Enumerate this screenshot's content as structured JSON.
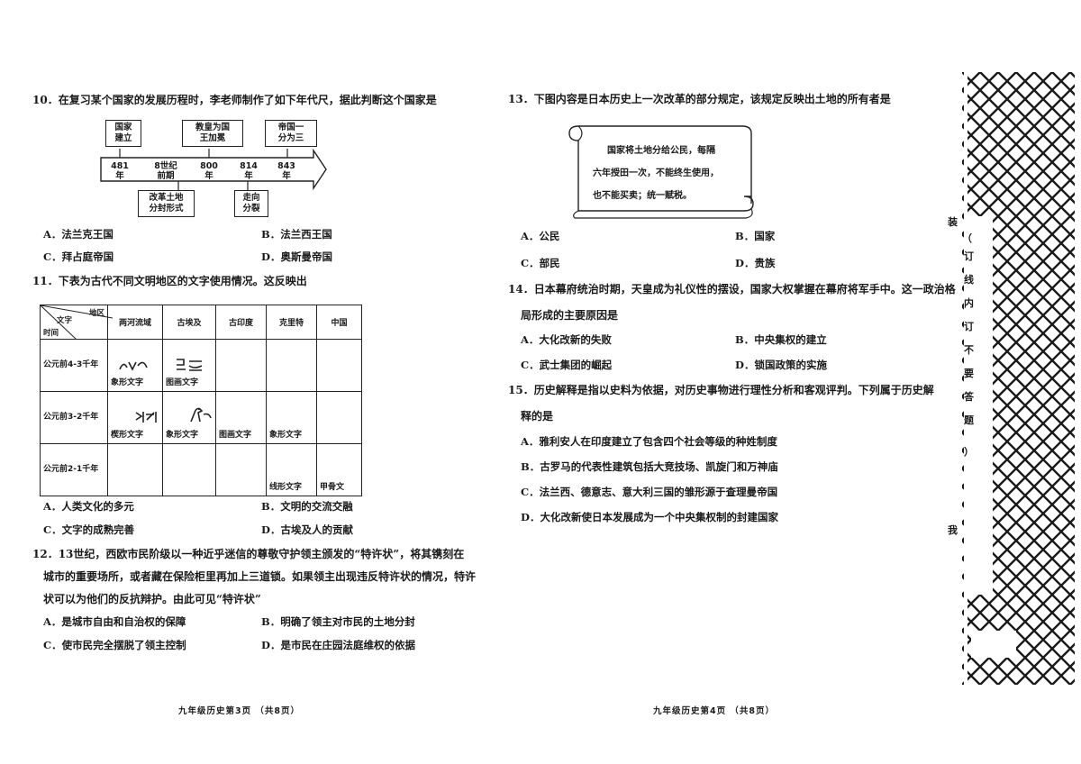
{
  "left": {
    "q10": {
      "stem": "10．在复习某个国家的发展历程时，李老师制作了如下年代尺，据此判断这个国家是",
      "boxes_above": [
        {
          "l1": "国家",
          "l2": "建立"
        },
        {
          "l1": "教皇为国",
          "l2": "王加冕"
        },
        {
          "l1": "帝国一",
          "l2": "分为三"
        }
      ],
      "boxes_below": [
        {
          "l1": "改革土地",
          "l2": "分封形式"
        },
        {
          "l1": "走向",
          "l2": "分裂"
        }
      ],
      "ticks": [
        {
          "l1": "481",
          "l2": "年"
        },
        {
          "l1": "8世纪",
          "l2": "前期"
        },
        {
          "l1": "800",
          "l2": "年"
        },
        {
          "l1": "814",
          "l2": "年"
        },
        {
          "l1": "843",
          "l2": "年"
        }
      ],
      "options": [
        "A．法兰克王国",
        "B．法兰西王国",
        "C．拜占庭帝国",
        "D．奥斯曼帝国"
      ]
    },
    "q11": {
      "stem": "11．下表为古代不同文明地区的文字使用情况。这反映出",
      "corner_top": "地区",
      "corner_mid": "文字",
      "corner_bottom": "时间",
      "headers": [
        "两河流域",
        "古埃及",
        "古印度",
        "克里特",
        "中国"
      ],
      "rows": [
        {
          "time": "公元前4-3千年",
          "cells": [
            "象形文字",
            "图画文字",
            "",
            "",
            ""
          ]
        },
        {
          "time": "公元前3-2千年",
          "cells": [
            "楔形文字",
            "象形文字",
            "图画文字",
            "象形文字",
            ""
          ]
        },
        {
          "time": "公元前2-1千年",
          "cells": [
            "",
            "",
            "",
            "线形文字",
            "甲骨文"
          ]
        }
      ],
      "options": [
        "A．人类文化的多元",
        "B．文明的交流交融",
        "C．文字的成熟完善",
        "D．古埃及人的贡献"
      ]
    },
    "q12": {
      "line1": "12．13世纪，西欧市民阶级以一种近乎迷信的尊敬守护领主颁发的“特许状”，将其镌刻在",
      "line2": "城市的重要场所，或者藏在保险柜里再加上三道锁。如果领主出现违反特许状的情况，特许",
      "line3": "状可以为他们的反抗辩护。由此可见“特许状”",
      "options": [
        "A．是城市自由和自治权的保障",
        "B．明确了领主对市民的土地分封",
        "C．使市民完全摆脱了领主控制",
        "D．是市民在庄园法庭维权的依据"
      ]
    },
    "footer": "九年级历史第3页  （共8页）"
  },
  "right": {
    "q13": {
      "stem": "13．下图内容是日本历史上一次改革的部分规定，该规定反映出土地的所有者是",
      "scroll_line1": "国家将土地分给公民，每隔",
      "scroll_line2": "六年授田一次，不能终生使用，",
      "scroll_line3": "也不能买卖；统一赋税。",
      "options": [
        "A．公民",
        "B．国家",
        "C．部民",
        "D．贵族"
      ]
    },
    "q14": {
      "line1": "14．日本幕府统治时期，天皇成为礼仪性的摆设，国家大权掌握在幕府将军手中。这一政治格",
      "line2": "局形成的主要原因是",
      "options": [
        "A．大化改新的失败",
        "B．中央集权的建立",
        "C．武士集团的崛起",
        "D．锁国政策的实施"
      ]
    },
    "q15": {
      "line1": "15．历史解释是指以史料为依据，对历史事物进行理性分析和客观评判。下列属于历史解",
      "line2": "释的是",
      "options": [
        "A．雅利安人在印度建立了包含四个社会等级的种姓制度",
        "B．古罗马的代表性建筑包括大竞技场、凯旋门和万神庙",
        "C．法兰西、德意志、意大利三国的雏形源于查理曼帝国",
        "D．大化改新使日本发展成为一个中央集权制的封建国家"
      ]
    },
    "footer": "九年级历史第4页  （共8页）"
  },
  "binding": {
    "top": "装",
    "paren": "（",
    "chars": [
      "装",
      "订",
      "线",
      "内",
      "订",
      "不",
      "要",
      "答",
      "题"
    ],
    "close": "）",
    "bottom": "我"
  }
}
